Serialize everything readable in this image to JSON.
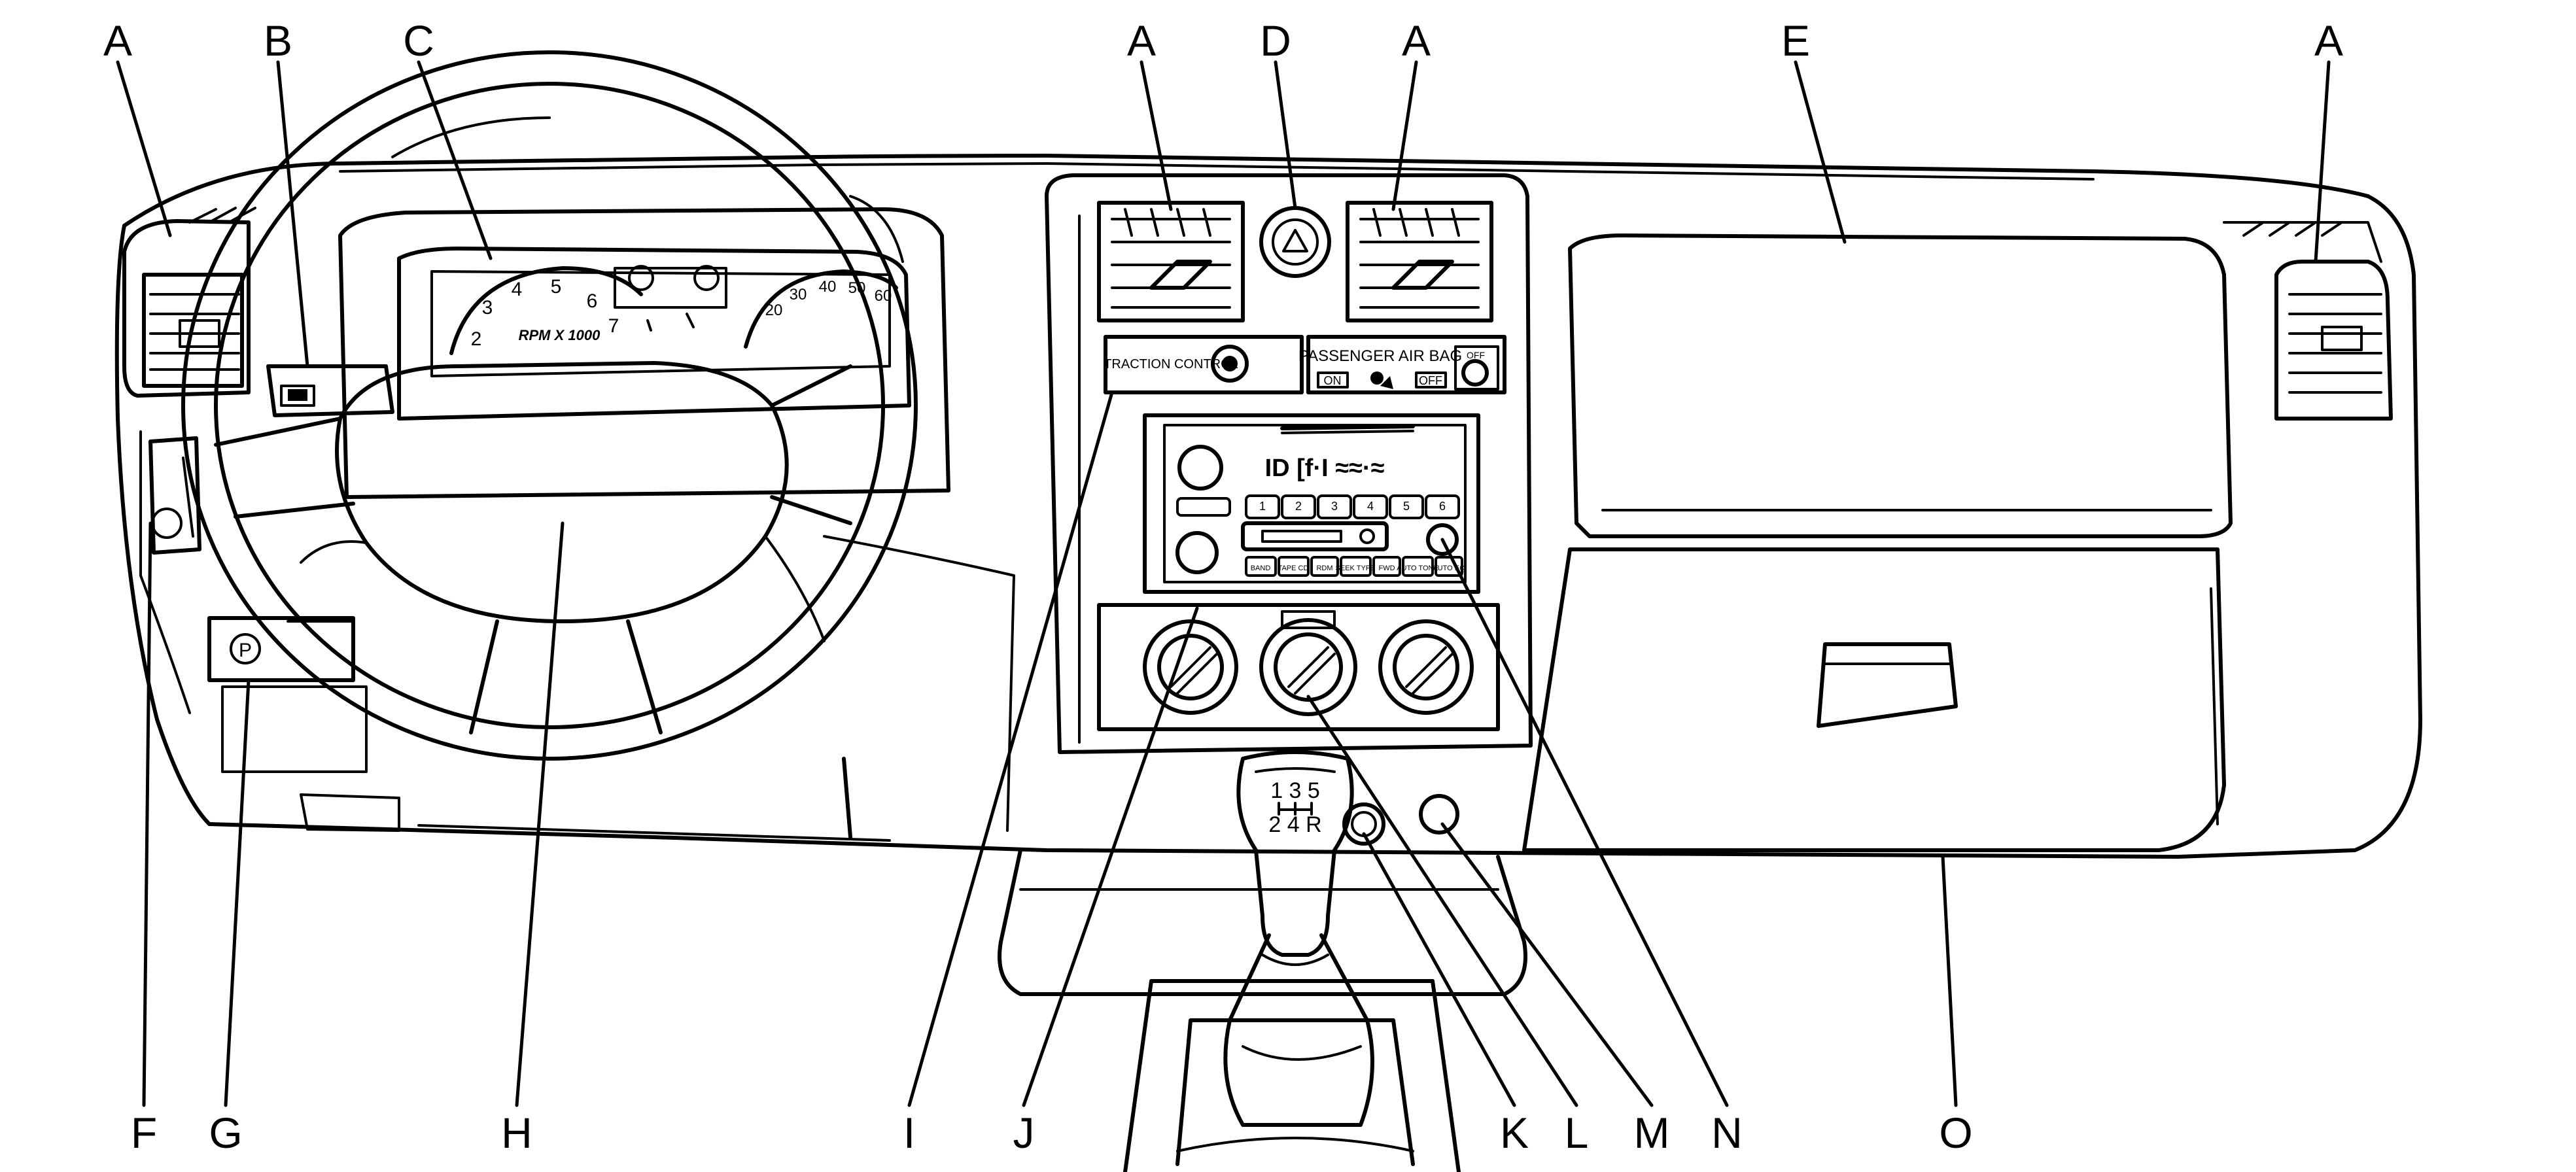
{
  "callouts": [
    {
      "id": "A1",
      "letter": "A"
    },
    {
      "id": "B",
      "letter": "B"
    },
    {
      "id": "C",
      "letter": "C"
    },
    {
      "id": "A2",
      "letter": "A"
    },
    {
      "id": "D",
      "letter": "D"
    },
    {
      "id": "A3",
      "letter": "A"
    },
    {
      "id": "E",
      "letter": "E"
    },
    {
      "id": "A4",
      "letter": "A"
    },
    {
      "id": "F",
      "letter": "F"
    },
    {
      "id": "G",
      "letter": "G"
    },
    {
      "id": "H",
      "letter": "H"
    },
    {
      "id": "I",
      "letter": "I"
    },
    {
      "id": "J",
      "letter": "J"
    },
    {
      "id": "K",
      "letter": "K"
    },
    {
      "id": "L",
      "letter": "L"
    },
    {
      "id": "M",
      "letter": "M"
    },
    {
      "id": "N",
      "letter": "N"
    },
    {
      "id": "O",
      "letter": "O"
    }
  ],
  "cluster": {
    "rpm_label": "RPM X 1000",
    "tach_numbers": [
      "2",
      "3",
      "4",
      "5",
      "6",
      "7"
    ],
    "speed_numbers": [
      "20",
      "30",
      "40",
      "50",
      "60"
    ]
  },
  "center_stack": {
    "traction_label": "TRACTION CONTROL",
    "airbag_title": "PASSENGER AIR BAG",
    "airbag_on": "ON",
    "airbag_off": "OFF",
    "airbag_switch_off": "OFF",
    "radio_display": "ID [f·I  ≈≈·≈",
    "radio_presets": [
      "1",
      "2",
      "3",
      "4",
      "5",
      "6"
    ],
    "radio_buttons": [
      "BAND",
      "TAPE CD",
      "RDM",
      "SEEK TYPE",
      "FWD",
      "AUTO TONE",
      "AUTO EQ"
    ]
  },
  "shifter": {
    "top_row": "1 3 5",
    "bottom_row": "2 4 R"
  },
  "left_lower": {
    "park_symbol": "P"
  }
}
